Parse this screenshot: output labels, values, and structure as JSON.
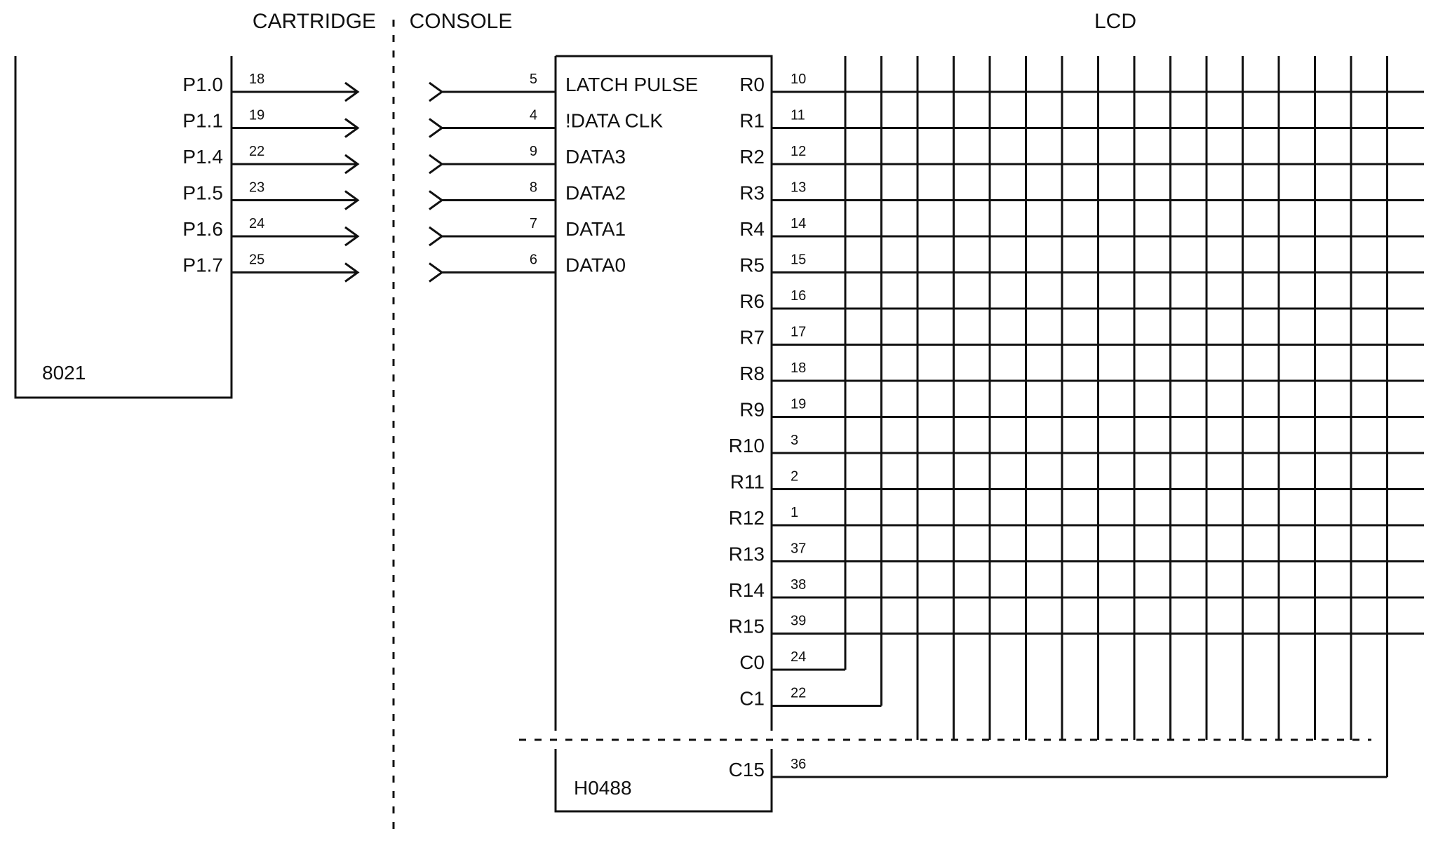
{
  "sections": {
    "cartridge": "CARTRIDGE",
    "console": "CONSOLE",
    "lcd": "LCD"
  },
  "chip_8021": {
    "name": "8021",
    "pins": [
      {
        "label": "P1.0",
        "number": "18"
      },
      {
        "label": "P1.1",
        "number": "19"
      },
      {
        "label": "P1.4",
        "number": "22"
      },
      {
        "label": "P1.5",
        "number": "23"
      },
      {
        "label": "P1.6",
        "number": "24"
      },
      {
        "label": "P1.7",
        "number": "25"
      }
    ]
  },
  "chip_h0488": {
    "name": "H0488",
    "inputs": [
      {
        "label": "LATCH PULSE",
        "number": "5"
      },
      {
        "label": "!DATA CLK",
        "number": "4"
      },
      {
        "label": "DATA3",
        "number": "9"
      },
      {
        "label": "DATA2",
        "number": "8"
      },
      {
        "label": "DATA1",
        "number": "7"
      },
      {
        "label": "DATA0",
        "number": "6"
      }
    ],
    "rows": [
      {
        "label": "R0",
        "number": "10"
      },
      {
        "label": "R1",
        "number": "11"
      },
      {
        "label": "R2",
        "number": "12"
      },
      {
        "label": "R3",
        "number": "13"
      },
      {
        "label": "R4",
        "number": "14"
      },
      {
        "label": "R5",
        "number": "15"
      },
      {
        "label": "R6",
        "number": "16"
      },
      {
        "label": "R7",
        "number": "17"
      },
      {
        "label": "R8",
        "number": "18"
      },
      {
        "label": "R9",
        "number": "19"
      },
      {
        "label": "R10",
        "number": "3"
      },
      {
        "label": "R11",
        "number": "2"
      },
      {
        "label": "R12",
        "number": "1"
      },
      {
        "label": "R13",
        "number": "37"
      },
      {
        "label": "R14",
        "number": "38"
      },
      {
        "label": "R15",
        "number": "39"
      }
    ],
    "columns": [
      {
        "label": "C0",
        "number": "24"
      },
      {
        "label": "C1",
        "number": "22"
      }
    ],
    "last_column": {
      "label": "C15",
      "number": "36"
    }
  },
  "lcd_grid": {
    "column_lines": 16
  }
}
